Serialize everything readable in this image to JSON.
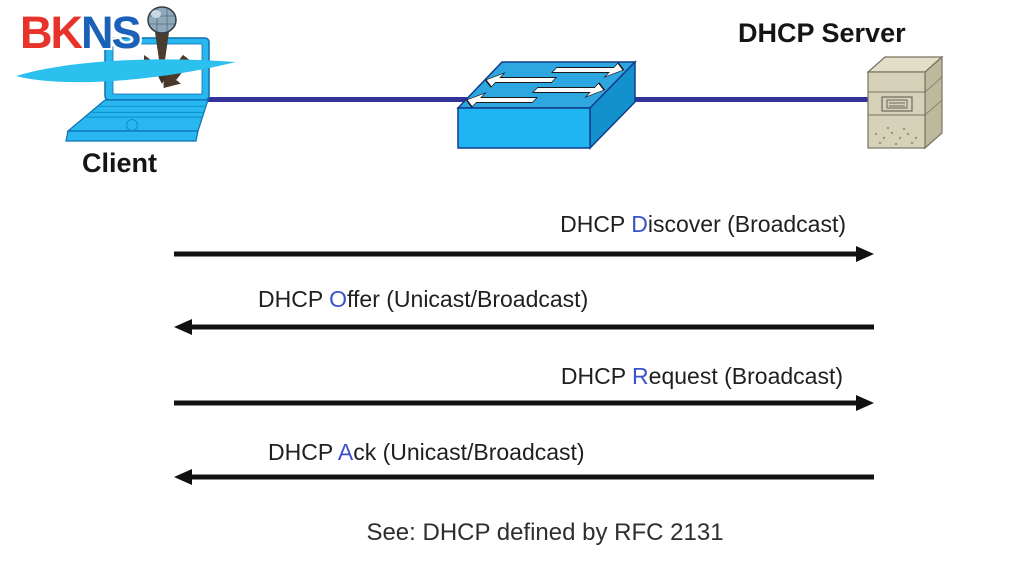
{
  "logo": {
    "red_part": "BK",
    "blue_part": "NS"
  },
  "topology": {
    "client_label": "Client",
    "server_label": "DHCP Server",
    "icons": [
      "laptop-icon",
      "microphone-icon",
      "switch-icon",
      "server-icon"
    ],
    "link_color": "#333399"
  },
  "messages": [
    {
      "prefix": "DHCP ",
      "highlight": "D",
      "rest": "iscover",
      "suffix": " (Broadcast)",
      "direction": "right",
      "from": "Client",
      "to": "DHCP Server"
    },
    {
      "prefix": "DHCP ",
      "highlight": "O",
      "rest": "ffer",
      "suffix": " (Unicast/Broadcast)",
      "direction": "left",
      "from": "DHCP Server",
      "to": "Client"
    },
    {
      "prefix": "DHCP ",
      "highlight": "R",
      "rest": "equest",
      "suffix": " (Broadcast)",
      "direction": "right",
      "from": "Client",
      "to": "DHCP Server"
    },
    {
      "prefix": "DHCP ",
      "highlight": "A",
      "rest": "ck",
      "suffix": " (Unicast/Broadcast)",
      "direction": "left",
      "from": "DHCP Server",
      "to": "Client"
    }
  ],
  "caption": "See: DHCP defined by RFC 2131",
  "colors": {
    "highlight_blue": "#3B52CC",
    "link_navy": "#333399",
    "device_cyan": "#29B7EF",
    "switch_front": "#1FB5F2",
    "server_beige": "#D6D2BA",
    "logo_red": "#E8332A",
    "logo_blue": "#1B61B8",
    "swoosh_cyan": "#2BC0EE",
    "arrow_black": "#111111"
  }
}
